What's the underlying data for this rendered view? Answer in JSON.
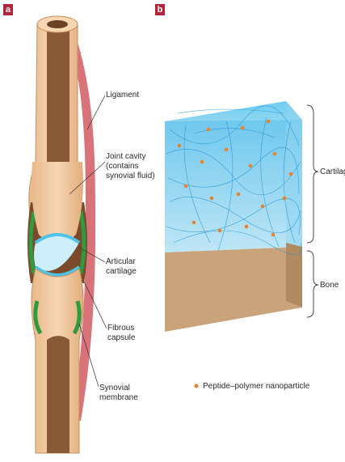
{
  "panels": {
    "a": "a",
    "b": "b"
  },
  "panel_a": {
    "labels": {
      "ligament": "Ligament",
      "joint_cavity": "Joint cavity\n(contains\nsynovial fluid)",
      "articular_cartilage": "Articular\ncartilage",
      "fibrous_capsule": "Fibrous\ncapsule",
      "synovial_membrane": "Synovial\nmembrane"
    }
  },
  "panel_b": {
    "labels": {
      "cartilage": "Cartilage",
      "bone": "Bone"
    },
    "legend": "Peptide–polymer nanoparticle"
  },
  "colors": {
    "label_bg": "#b5233b",
    "bone": "#f4caa0",
    "ligament": "#d9737a",
    "cartilage": "#4fc3e8",
    "synovial": "#2e9b3e",
    "nanoparticle": "#e8822c",
    "bone_block": "#c9a47a"
  }
}
